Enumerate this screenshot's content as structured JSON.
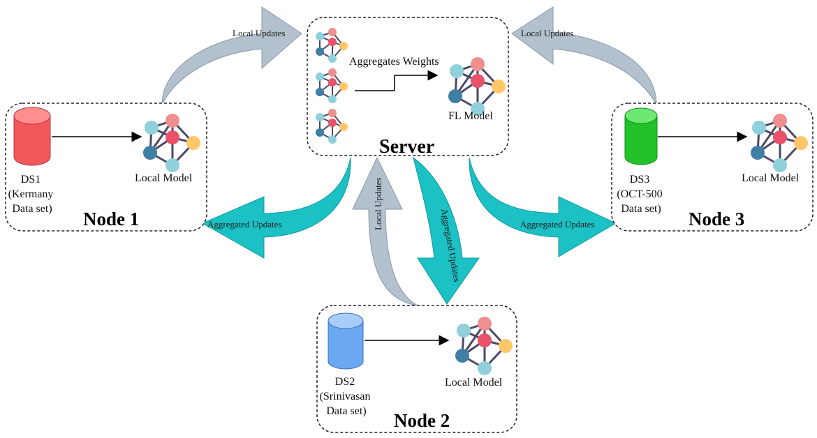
{
  "server": {
    "title": "Server",
    "aggregate_label": "Aggregates Weights",
    "model_label": "FL Model"
  },
  "node1": {
    "title": "Node 1",
    "dataset_lines": [
      "DS1",
      "(Kermany",
      "Data set)"
    ],
    "model_label": "Local Model",
    "cylinder_color": "#f2585b"
  },
  "node2": {
    "title": "Node 2",
    "dataset_lines": [
      "DS2",
      "(Srinivasan",
      "Data set)"
    ],
    "model_label": "Local Model",
    "cylinder_color": "#6aa8f2"
  },
  "node3": {
    "title": "Node 3",
    "dataset_lines": [
      "DS3",
      "(OCT-500",
      "Data set)"
    ],
    "model_label": "Local Model",
    "cylinder_color": "#22c22a"
  },
  "arrows": {
    "local_updates": "Local Updates",
    "aggregated_updates": "Aggregated Updates"
  },
  "colors": {
    "local_update_arrow": "#b3c0cd",
    "aggregated_update_arrow": "#1bc1c4",
    "network_edge": "#4a4866",
    "node_teal": "#5aa6bf",
    "node_pink": "#ef8f8f",
    "node_red": "#e8536a",
    "node_yellow": "#ffc768",
    "node_cyan": "#8fd0db"
  }
}
